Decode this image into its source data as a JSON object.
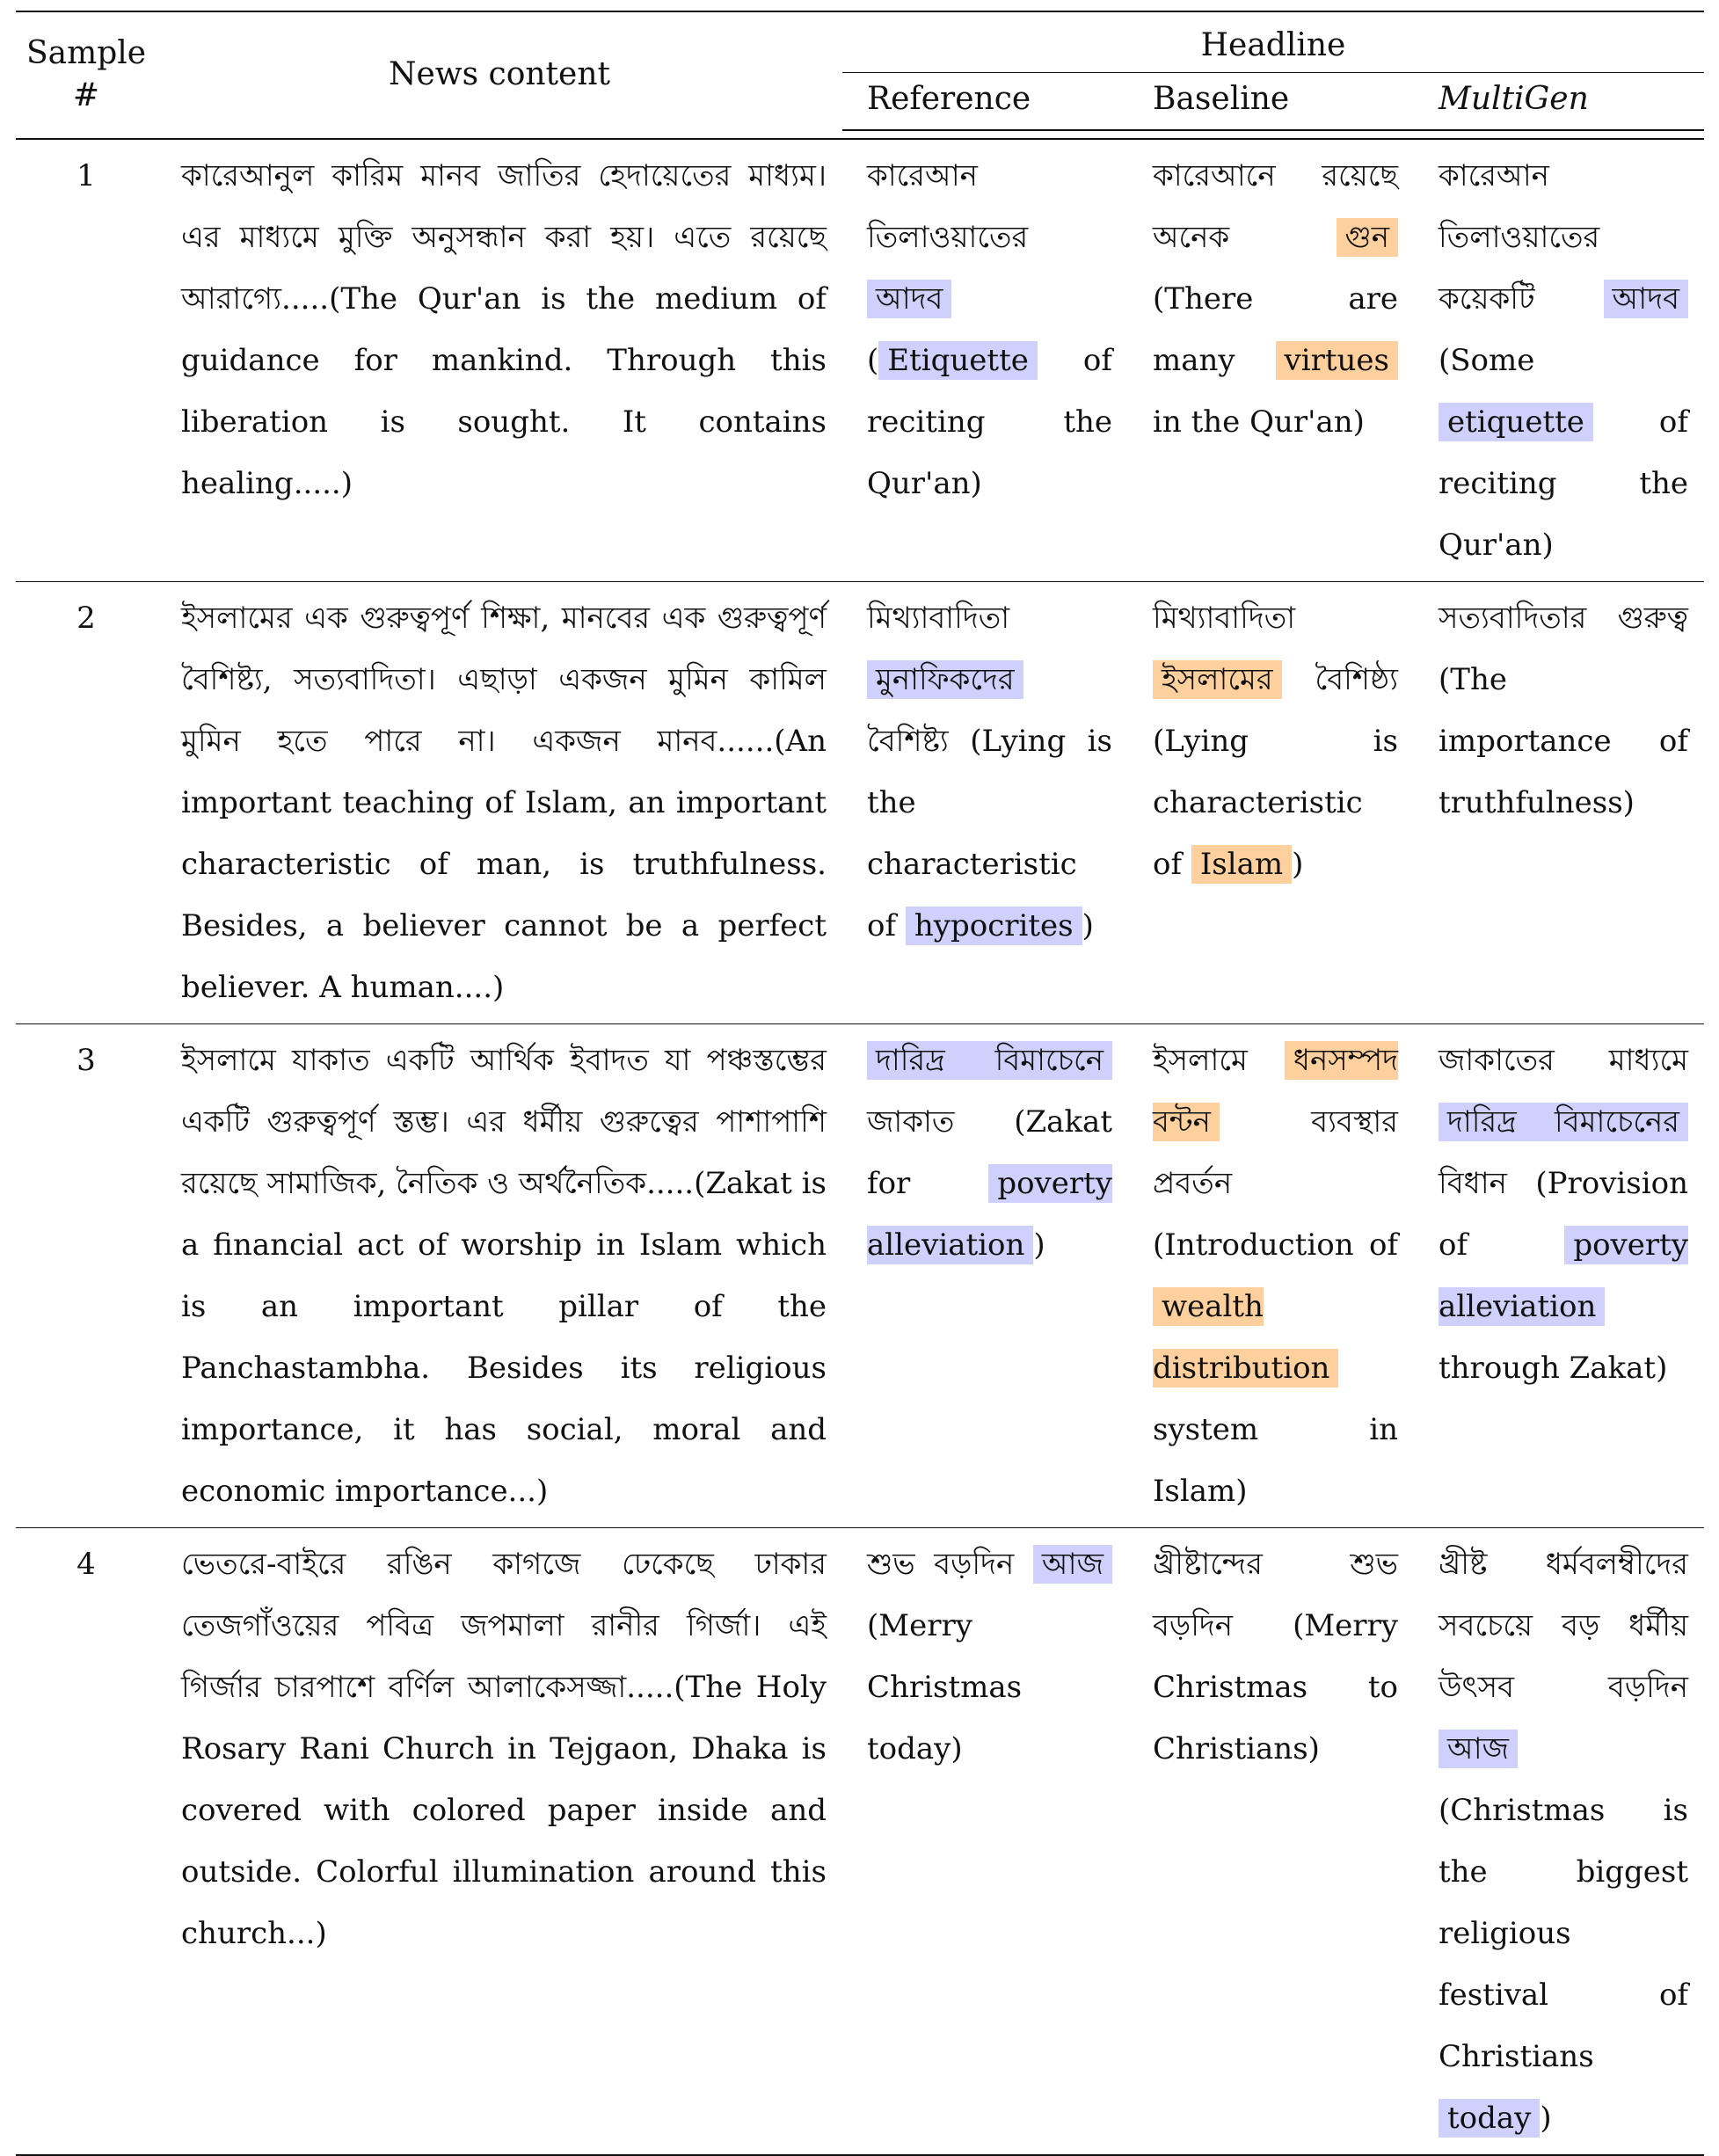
{
  "header": {
    "sample": "Sample #",
    "news_content": "News content",
    "headline": "Headline",
    "reference": "Reference",
    "baseline": "Baseline",
    "multigen": "MultiGen"
  },
  "colors": {
    "highlight_reference": "#cfd0fb",
    "highlight_baseline": "#fdd09e"
  },
  "rows": [
    {
      "sample": "1",
      "news": "কারেআনুল কারিম মানব জাতির হেদায়েতের মাধ্যম। এর মাধ্যমে মুক্তি অনুসন্ধান করা হয়। এতে রয়েছে আরাগ্যে.....(The Qur'an is the medium of guidance for mankind. Through this liberation is sought. It contains healing.....)",
      "reference": [
        {
          "t": "কারেআন তিলাওয়াতের "
        },
        {
          "t": "আদব",
          "hl": "blue"
        },
        {
          "t": " ("
        },
        {
          "t": "Etiquette",
          "hl": "blue"
        },
        {
          "t": " of reciting the Qur'an)"
        }
      ],
      "baseline": [
        {
          "t": "কারেআনে রয়েছে অনেক "
        },
        {
          "t": "গুন",
          "hl": "orange"
        },
        {
          "t": " (There are many "
        },
        {
          "t": "virtues",
          "hl": "orange"
        },
        {
          "t": " in the Qur'an)"
        }
      ],
      "multigen": [
        {
          "t": "কারেআন তিলাওয়াতের কয়েকটি "
        },
        {
          "t": "আদব",
          "hl": "blue"
        },
        {
          "t": " (Some "
        },
        {
          "t": "etiquette",
          "hl": "blue"
        },
        {
          "t": " of reciting the Qur'an)"
        }
      ]
    },
    {
      "sample": "2",
      "news": "ইসলামের এক গুরুত্বপূর্ণ শিক্ষা, মানবের এক গুরুত্বপূর্ণ বৈশিষ্ট্য, সত্যবাদিতা। এছাড়া একজন মুমিন কামিল মুমিন হতে পারে না। একজন মানব......(An important teaching of Islam, an important characteristic of man, is truthfulness. Besides, a believer cannot be a perfect believer. A human....)",
      "reference": [
        {
          "t": "মিথ্যাবাদিতা "
        },
        {
          "t": "মুনাফিকদের",
          "hl": "blue"
        },
        {
          "t": " বৈশিষ্ট্য (Lying is the characteristic of "
        },
        {
          "t": "hypocrites",
          "hl": "blue"
        },
        {
          "t": ")"
        }
      ],
      "baseline": [
        {
          "t": "মিথ্যাবাদিতা "
        },
        {
          "t": "ইসলামের",
          "hl": "orange"
        },
        {
          "t": " বৈশিষ্ঠ্য (Lying is characteristic of "
        },
        {
          "t": "Islam",
          "hl": "orange"
        },
        {
          "t": ")"
        }
      ],
      "multigen": [
        {
          "t": "সত্যবাদিতার গুরুত্ব (The importance of truthfulness)"
        }
      ]
    },
    {
      "sample": "3",
      "news": "ইসলামে যাকাত একটি আর্থিক ইবাদত যা পঞ্চস্তম্ভের একটি গুরুত্বপূর্ণ স্তম্ভ। এর ধর্মীয় গুরুত্বের পাশাপাশি রয়েছে সামাজিক, নৈতিক ও অর্থনৈতিক.....(Zakat is a financial act of worship in Islam which is an important pillar of the Panchastambha. Besides its religious importance, it has social, moral and economic importance...)",
      "reference": [
        {
          "t": "দারিদ্র বিমাচেনে",
          "hl": "blue"
        },
        {
          "t": " জাকাত (Zakat for "
        },
        {
          "t": "poverty alleviation",
          "hl": "blue"
        },
        {
          "t": ")"
        }
      ],
      "baseline": [
        {
          "t": "ইসলামে "
        },
        {
          "t": "ধনসম্পদ বন্টন",
          "hl": "orange"
        },
        {
          "t": " ব্যবস্থার প্রবর্তন (Introduction of "
        },
        {
          "t": "wealth distribution",
          "hl": "orange"
        },
        {
          "t": " system in Islam)"
        }
      ],
      "multigen": [
        {
          "t": "জাকাতের মাধ্যমে "
        },
        {
          "t": "দারিদ্র বিমাচেনের",
          "hl": "blue"
        },
        {
          "t": " বিধান (Provision of "
        },
        {
          "t": "poverty alleviation",
          "hl": "blue"
        },
        {
          "t": " through Zakat)"
        }
      ]
    },
    {
      "sample": "4",
      "news": "ভেতরে-বাইরে রঙিন কাগজে ঢেকেছে ঢাকার তেজগাঁওয়ের পবিত্র জপমালা রানীর গির্জা। এই গির্জার চারপাশে বর্ণিল আলাকেসজ্জা.....(The Holy Rosary Rani Church in Tejgaon, Dhaka is covered with colored paper inside and outside. Colorful illumination around this church...)",
      "reference": [
        {
          "t": "শুভ বড়দিন "
        },
        {
          "t": "আজ",
          "hl": "blue"
        },
        {
          "t": " (Merry Christmas today)"
        }
      ],
      "baseline": [
        {
          "t": "খ্রীষ্টান্দের শুভ বড়দিন (Merry Christmas to Christians)"
        }
      ],
      "multigen": [
        {
          "t": "খ্রীষ্ট ধর্মবলম্বীদের সবচেয়ে বড় ধর্মীয় উৎসব বড়দিন "
        },
        {
          "t": "আজ",
          "hl": "blue"
        },
        {
          "t": " (Christmas is the biggest religious festival of Christians "
        },
        {
          "t": "today",
          "hl": "blue"
        },
        {
          "t": ")"
        }
      ]
    }
  ]
}
